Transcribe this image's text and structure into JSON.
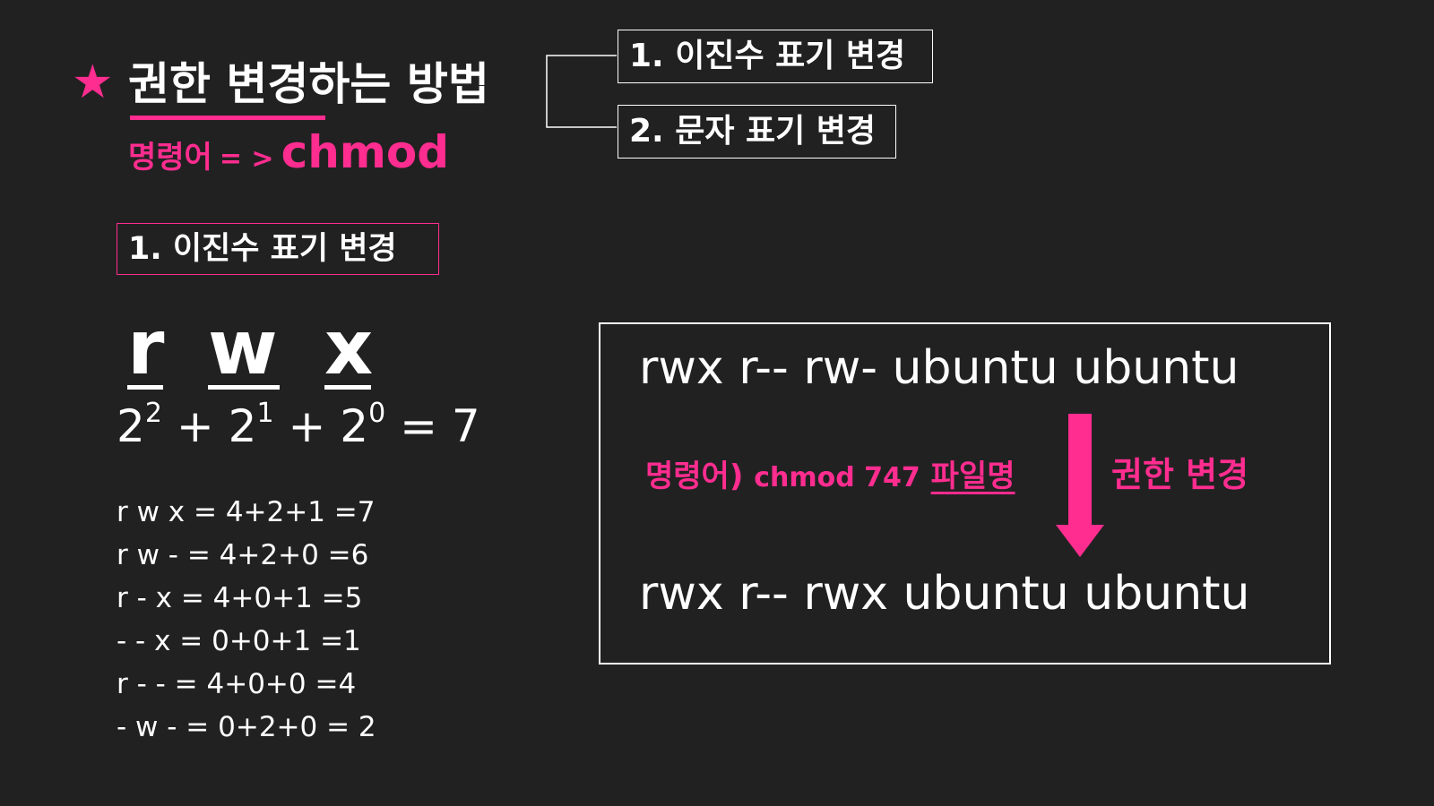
{
  "title": {
    "star": "★",
    "text": "권한 변경하는 방법",
    "command_prefix": "명령어",
    "command_arrow": "= >",
    "command_name": "chmod"
  },
  "methods": [
    {
      "label": "1. 이진수 표기 변경"
    },
    {
      "label": "2. 문자 표기 변경"
    }
  ],
  "section_heading": "1. 이진수 표기 변경",
  "bits": {
    "letters": [
      "r",
      "w",
      "x"
    ],
    "formula": {
      "base": "2",
      "exponents": [
        "2",
        "1",
        "0"
      ],
      "plus": "+",
      "equals": "= 7"
    }
  },
  "permission_table": [
    "r w x = 4+2+1 =7",
    "r w - = 4+2+0 =6",
    "r - x = 4+0+1 =5",
    "- - x = 0+0+1 =1",
    "r - - = 4+0+0 =4",
    "- w - = 0+2+0 = 2"
  ],
  "example": {
    "before": "rwx r-- rw- ubuntu ubuntu",
    "after": "rwx r-- rwx ubuntu ubuntu",
    "command_prefix": "명령어)",
    "command_code": "chmod 747",
    "command_file": "파일명",
    "note": "권한 변경"
  },
  "colors": {
    "background": "#222122",
    "accent": "#ff2d8f",
    "text": "#ffffff"
  }
}
